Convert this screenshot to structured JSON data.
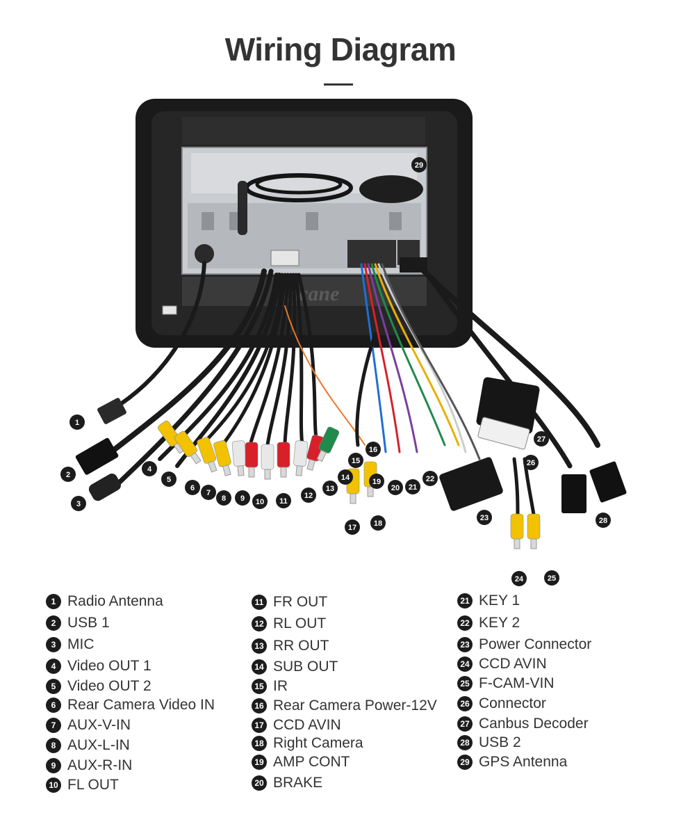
{
  "title": "Wiring Diagram",
  "brand_watermark": "Seicane",
  "legend": [
    {
      "num": "1",
      "label": "Radio Antenna"
    },
    {
      "num": "2",
      "label": "USB 1"
    },
    {
      "num": "3",
      "label": "MIC"
    },
    {
      "num": "4",
      "label": "Video OUT 1"
    },
    {
      "num": "5",
      "label": "Video OUT 2"
    },
    {
      "num": "6",
      "label": "Rear Camera Video IN"
    },
    {
      "num": "7",
      "label": "AUX-V-IN"
    },
    {
      "num": "8",
      "label": "AUX-L-IN"
    },
    {
      "num": "9",
      "label": "AUX-R-IN"
    },
    {
      "num": "10",
      "label": "FL OUT"
    },
    {
      "num": "11",
      "label": "FR OUT"
    },
    {
      "num": "12",
      "label": "RL OUT"
    },
    {
      "num": "13",
      "label": "RR OUT"
    },
    {
      "num": "14",
      "label": "SUB OUT"
    },
    {
      "num": "15",
      "label": "IR"
    },
    {
      "num": "16",
      "label": "Rear Camera Power-12V"
    },
    {
      "num": "17",
      "label": "CCD AVIN"
    },
    {
      "num": "18",
      "label": "Right Camera"
    },
    {
      "num": "19",
      "label": "AMP CONT"
    },
    {
      "num": "20",
      "label": "BRAKE"
    },
    {
      "num": "21",
      "label": "KEY 1"
    },
    {
      "num": "22",
      "label": "KEY 2"
    },
    {
      "num": "23",
      "label": "Power Connector"
    },
    {
      "num": "24",
      "label": "CCD AVIN"
    },
    {
      "num": "25",
      "label": "F-CAM-VIN"
    },
    {
      "num": "26",
      "label": "Connector"
    },
    {
      "num": "27",
      "label": "Canbus Decoder"
    },
    {
      "num": "28",
      "label": "USB 2"
    },
    {
      "num": "29",
      "label": "GPS Antenna"
    }
  ],
  "colors": {
    "badge": "#1c1c1c",
    "frame": "#1a1a1a",
    "chassis": "#c9ccd1",
    "rca_yellow": "#f2c200",
    "rca_white": "#e8e8e8",
    "rca_red": "#d8202a",
    "rca_green": "#1f8a4c"
  }
}
